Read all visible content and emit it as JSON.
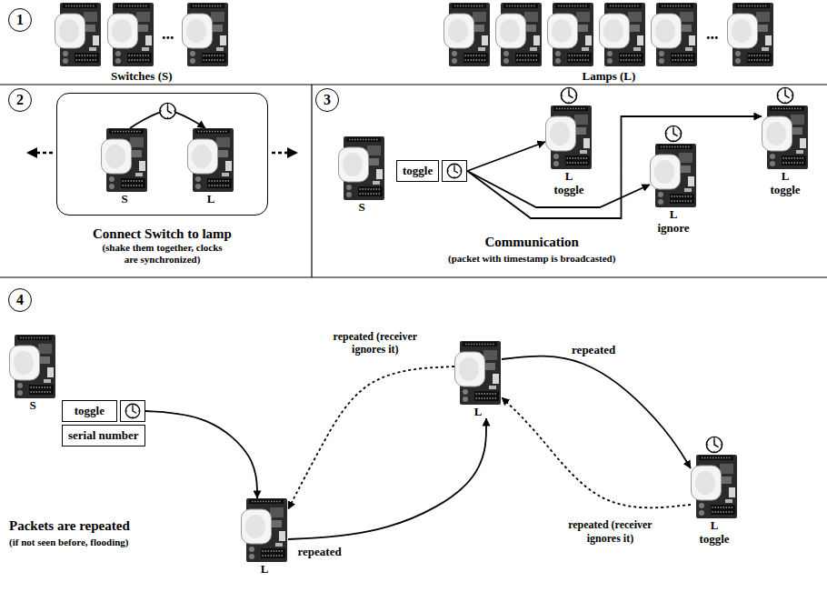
{
  "diagram": {
    "nodes": [
      {
        "text": [
          "1"
        ]
      },
      {
        "text": [
          "2"
        ]
      },
      {
        "text": [
          "Connect Switch to lamp",
          "(shake them together, clocks are synchronized)"
        ]
      },
      {
        "text": [
          "S"
        ],
        "in": 2
      },
      {
        "text": [
          "L"
        ],
        "in": 2
      },
      {
        "text": [
          "3"
        ]
      },
      {
        "text": [
          "S"
        ]
      },
      {
        "text": [
          "toggle"
        ]
      },
      {
        "text": [
          "L",
          "toggle"
        ]
      },
      {
        "text": [
          "L",
          "ignore"
        ]
      },
      {
        "text": [
          "L",
          "toggle"
        ]
      },
      {
        "text": [
          "4"
        ]
      },
      {
        "text": [
          "S"
        ]
      },
      {
        "text": [
          "toggle",
          "serial number"
        ]
      },
      {
        "text": [
          "L"
        ]
      },
      {
        "text": [
          "L"
        ]
      },
      {
        "text": [
          "L",
          "toggle"
        ]
      }
    ],
    "edges": [
      {
        "from": 3,
        "to": 4,
        "arrow": "to"
      },
      {
        "from": 7,
        "to": 8,
        "arrow": "to"
      },
      {
        "from": 7,
        "to": 9,
        "arrow": "to"
      },
      {
        "from": 7,
        "to": 10,
        "arrow": "to"
      },
      {
        "from": 13,
        "to": 14,
        "arrow": "to"
      },
      {
        "from": 14,
        "to": 15,
        "label": "repeated",
        "arrow": "to"
      },
      {
        "from": 15,
        "to": 14,
        "label": "repeated (receiver ignores it)",
        "arrow": "to"
      },
      {
        "from": 15,
        "to": 16,
        "label": "repeated",
        "arrow": "to"
      },
      {
        "from": 16,
        "to": 15,
        "label": "repeated (receiver ignores it)",
        "arrow": "to"
      }
    ],
    "labels": [
      "...",
      "Switches (S)",
      "...",
      "Lamps (L)",
      "Communication",
      "(packet with timestamp is broadcasted)",
      "Packets are repeated",
      "(if not seen before, flooding)"
    ]
  }
}
